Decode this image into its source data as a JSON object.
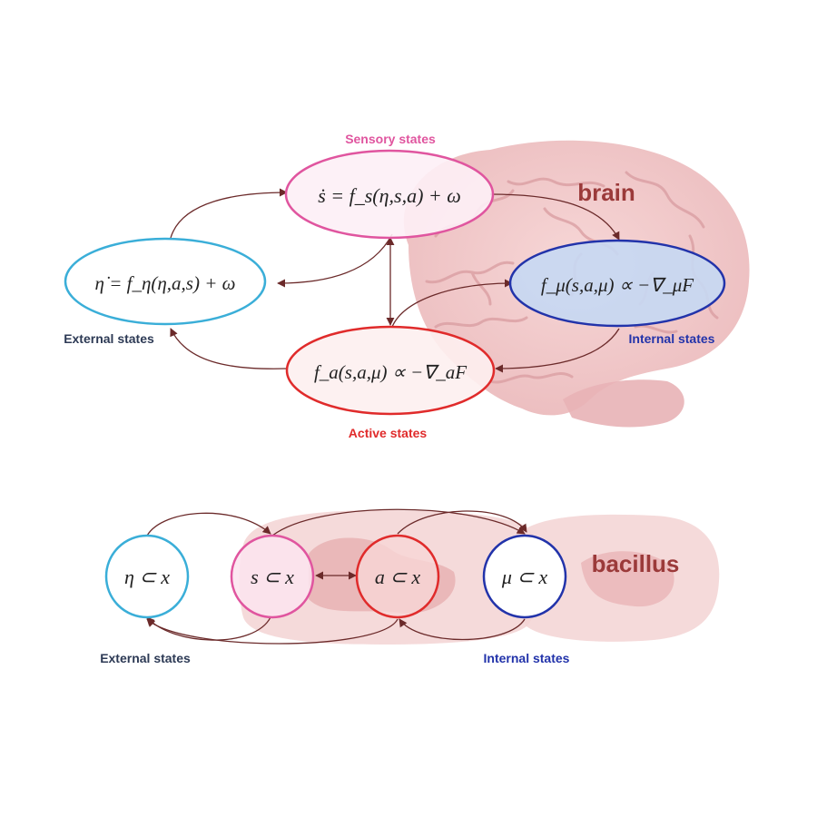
{
  "colors": {
    "sensory": "#e0559f",
    "external": "#3aaed8",
    "active": "#e02b2b",
    "internal": "#2233aa",
    "arrow": "#6b2a2a",
    "word": "#9b3a3a",
    "label_dark": "#2d3a55"
  },
  "top": {
    "sensory_label": "Sensory states",
    "sensory_eq": "ṡ = f_s(η,s,a) + ω",
    "external_eq": "η̇ = f_η(η,a,s) + ω",
    "internal_eq": "f_μ(s,a,μ) ∝ −∇_μF",
    "active_eq": "f_a(s,a,μ) ∝ −∇_aF",
    "external_label": "External states",
    "internal_label": "Internal states",
    "active_label": "Active states",
    "brain_label": "brain"
  },
  "bottom": {
    "eta_node": "η ⊂ x",
    "s_node": "s ⊂ x",
    "a_node": "a ⊂ x",
    "mu_node": "μ ⊂ x",
    "bacillus_label": "bacillus",
    "external_label": "External states",
    "internal_label": "Internal states"
  }
}
